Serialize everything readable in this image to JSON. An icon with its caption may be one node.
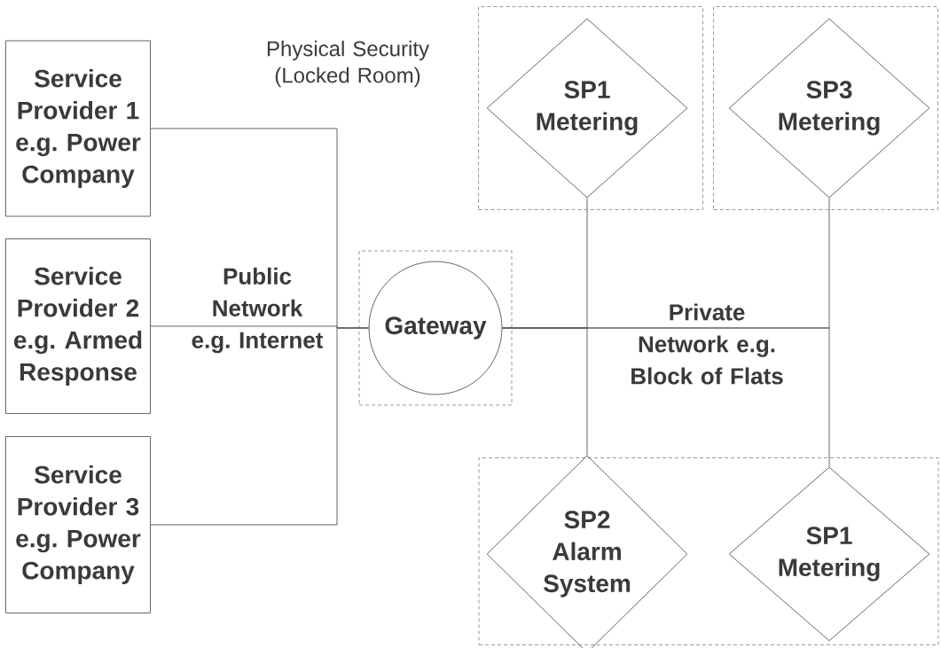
{
  "diagram": {
    "nodes": [
      {
        "text": [
          "Service Provider 1 e.g. Power Company"
        ]
      },
      {
        "text": [
          "Service Provider 2 e.g. Armed Response"
        ]
      },
      {
        "text": [
          "Service Provider 3 e.g. Power Company"
        ]
      },
      {
        "text": [],
        "shape": "box"
      },
      {
        "text": [
          "Gateway"
        ],
        "in": 3
      },
      {
        "text": [],
        "shape": "box"
      },
      {
        "text": [
          "SP1 Metering"
        ],
        "in": 5
      },
      {
        "text": [],
        "shape": "box"
      },
      {
        "text": [
          "SP3 Metering"
        ],
        "in": 7
      },
      {
        "text": [],
        "shape": "box"
      },
      {
        "text": [
          "SP2 Alarm System"
        ],
        "in": 9
      },
      {
        "text": [
          "SP1 Metering"
        ],
        "in": 9
      }
    ],
    "edges": [
      {
        "from": 0,
        "to": 4,
        "arrow": "none"
      },
      {
        "from": 1,
        "to": 4,
        "arrow": "none"
      },
      {
        "from": 2,
        "to": 4,
        "arrow": "none"
      },
      {
        "from": 4,
        "to": 6,
        "arrow": "none"
      },
      {
        "from": 4,
        "to": 8,
        "arrow": "none"
      },
      {
        "from": 4,
        "to": 10,
        "arrow": "none"
      },
      {
        "from": 4,
        "to": 11,
        "arrow": "none"
      }
    ],
    "labels": [
      "Physical Security (Locked Room)",
      "Public Network e.g. Internet",
      "Private Network e.g. Block of Flats"
    ]
  }
}
